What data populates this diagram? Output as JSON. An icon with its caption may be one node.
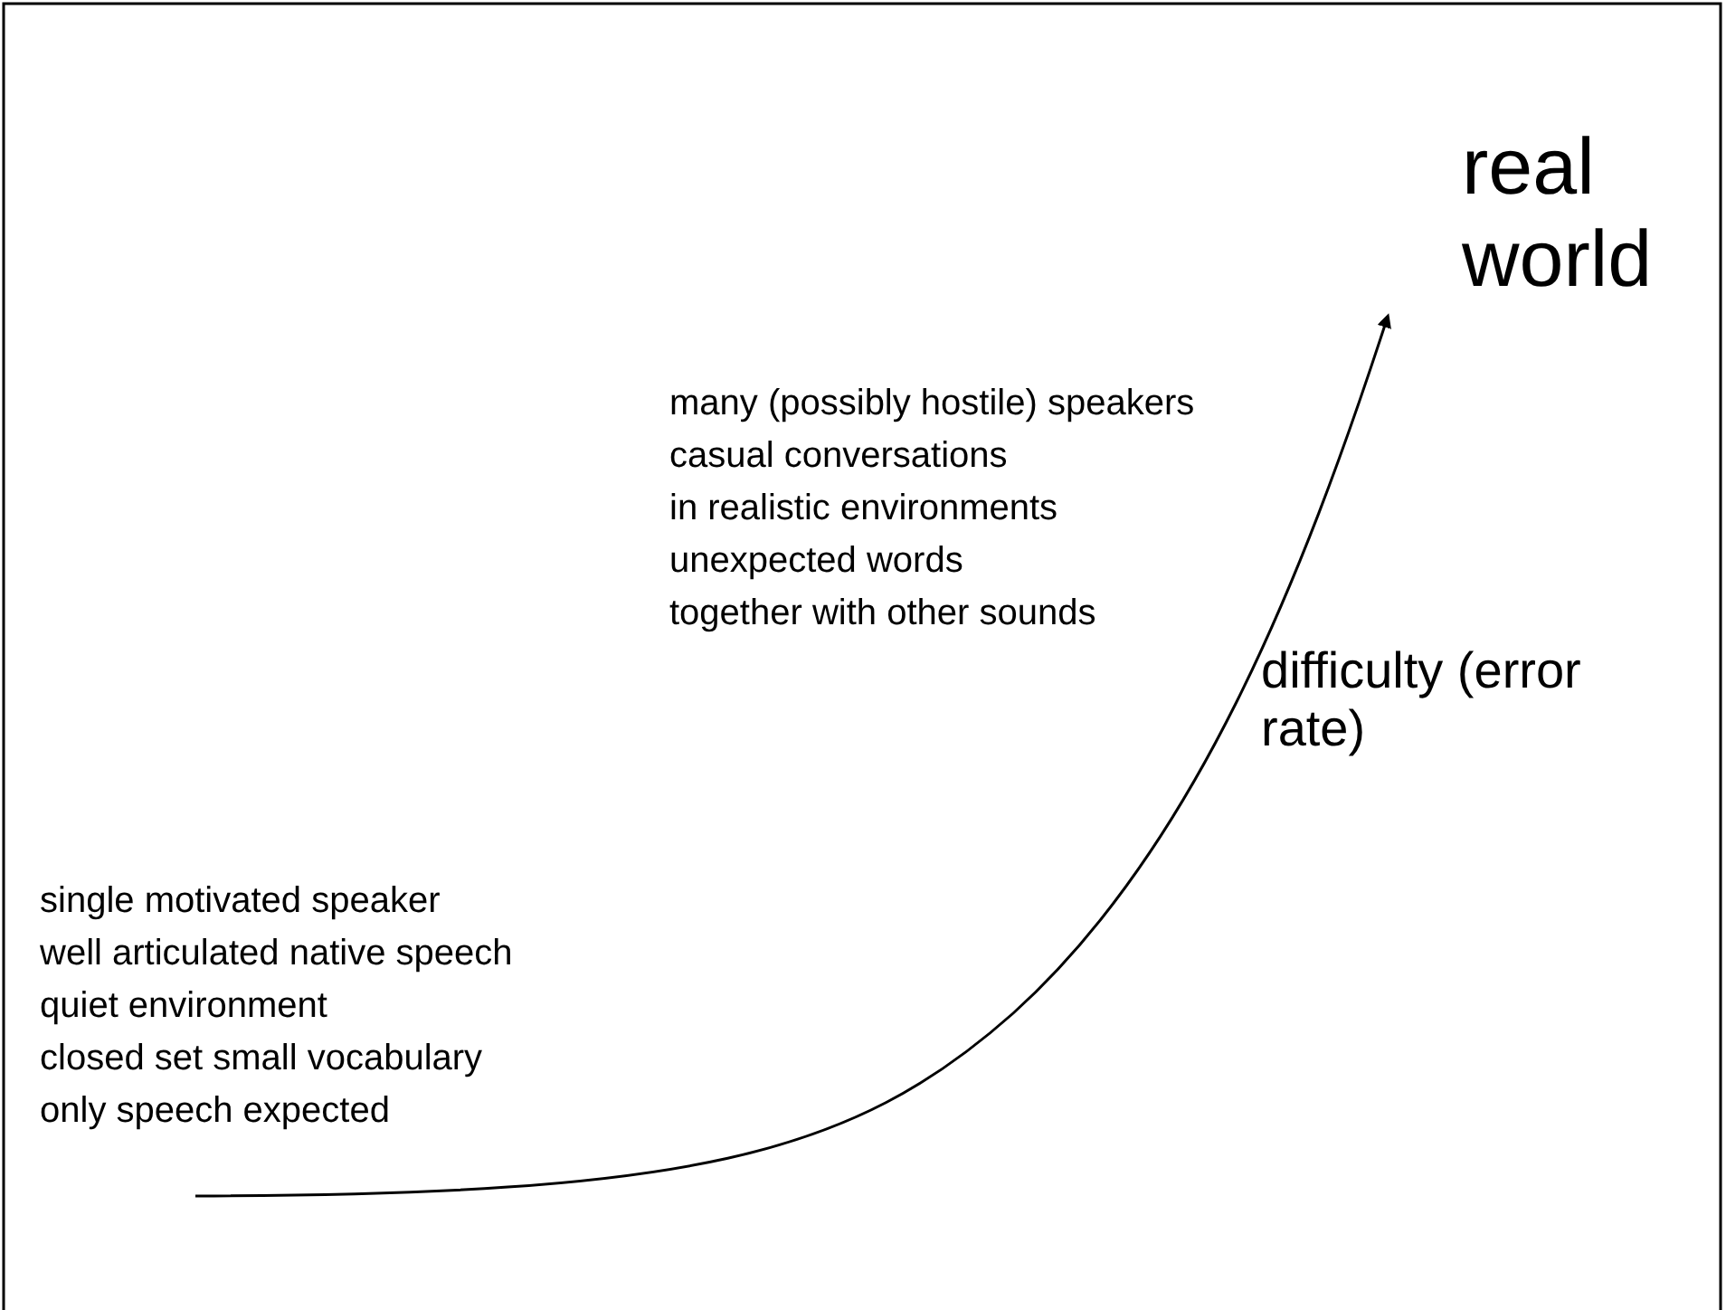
{
  "diagram": {
    "labels": [
      "real world",
      "many (possibly hostile) speakers",
      "casual conversations",
      "in realistic environments",
      "unexpected words",
      "together with other sounds",
      "difficulty (error rate)",
      "single motivated speaker",
      "well articulated native speech",
      "quiet environment",
      "closed set small vocabulary",
      "only speech expected"
    ]
  }
}
